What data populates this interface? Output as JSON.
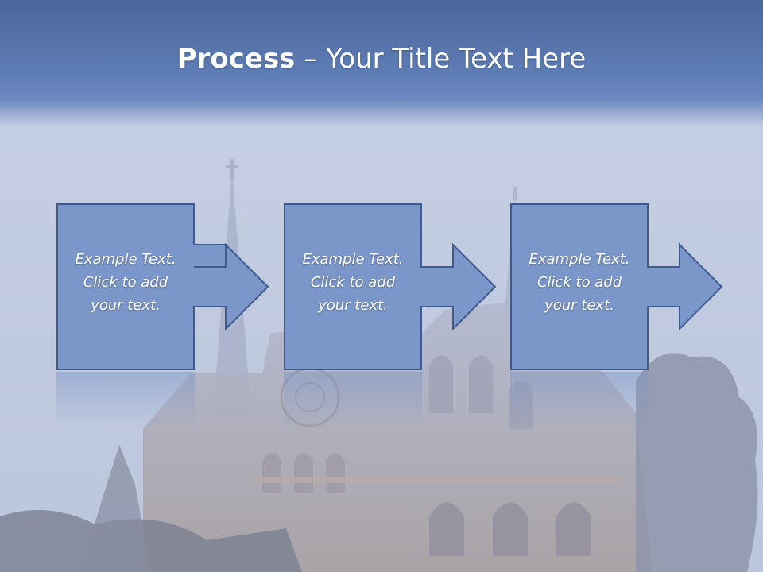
{
  "slide": {
    "title_bold": "Process",
    "title_rest": " – Your Title Text Here",
    "steps": [
      {
        "text_lines": [
          "Example Text.",
          "Click  to add",
          "your text."
        ]
      },
      {
        "text_lines": [
          "Example Text.",
          "Click  to add",
          "your text."
        ]
      },
      {
        "text_lines": [
          "Example Text.",
          "Click  to add",
          "your text."
        ]
      }
    ]
  },
  "colors": {
    "box_fill": "#7b97c9",
    "box_stroke": "#3f5a8c",
    "title_band": "#5d7cb4",
    "text": "#ffffff"
  }
}
